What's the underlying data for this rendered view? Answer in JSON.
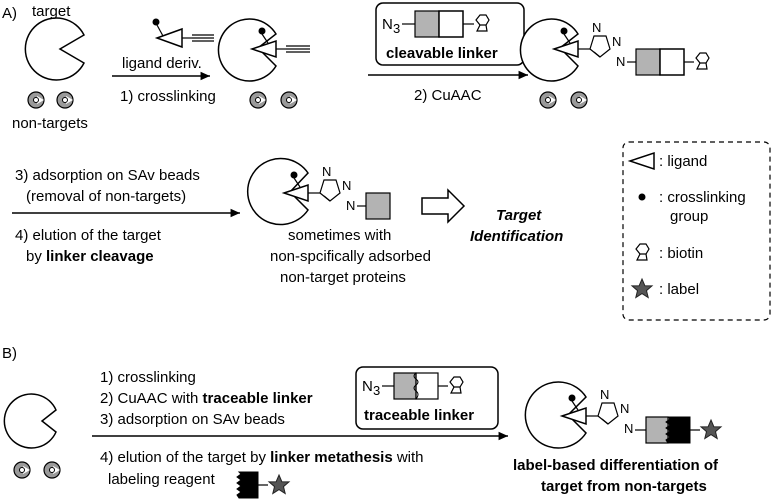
{
  "panel_a": {
    "label": "A)",
    "target_label": "target",
    "nontargets_label": "non-targets",
    "ligand_deriv": "ligand deriv.",
    "step1": "1) crosslinking",
    "azide_n": "N",
    "azide_sub": "3",
    "cleavable_linker": "cleavable linker",
    "step2": "2) CuAAC",
    "triazole_n1": "N",
    "triazole_n2": "N",
    "triazole_n3": "N",
    "step3_line1": "3) adsorption on SAv beads",
    "step3_line2": "(removal of non-targets)",
    "step4_line1": "4) elution of the target",
    "step4_line2_prefix": "by ",
    "step4_line2_bold": "linker cleavage",
    "note_line1": "sometimes with",
    "note_line2": "non-spcifically adsorbed",
    "note_line3": "non-target proteins",
    "target_id_line1": "Target",
    "target_id_line2": "Identification"
  },
  "legend": {
    "ligand": ": ligand",
    "crosslinking_line1": ": crosslinking",
    "crosslinking_line2": "group",
    "biotin": ": biotin",
    "label": ": label"
  },
  "panel_b": {
    "label": "B)",
    "step1": "1) crosslinking",
    "step2_prefix": "2) CuAAC with ",
    "step2_bold": "traceable linker",
    "step3": "3) adsorption on SAv beads",
    "azide_n": "N",
    "azide_sub": "3",
    "traceable_linker": "traceable linker",
    "step4_prefix": "4) elution of the target by ",
    "step4_bold": "linker metathesis",
    "step4_suffix": " with",
    "step4_line2": "labeling reagent",
    "triazole_n1": "N",
    "triazole_n2": "N",
    "triazole_n3": "N",
    "result_line1": "label-based differentiation of",
    "result_line2": "target from non-targets"
  },
  "colors": {
    "linker_gray": "#b3b3b3",
    "label_star": "#555555",
    "nontarget_fill": "#9a9a9a"
  }
}
